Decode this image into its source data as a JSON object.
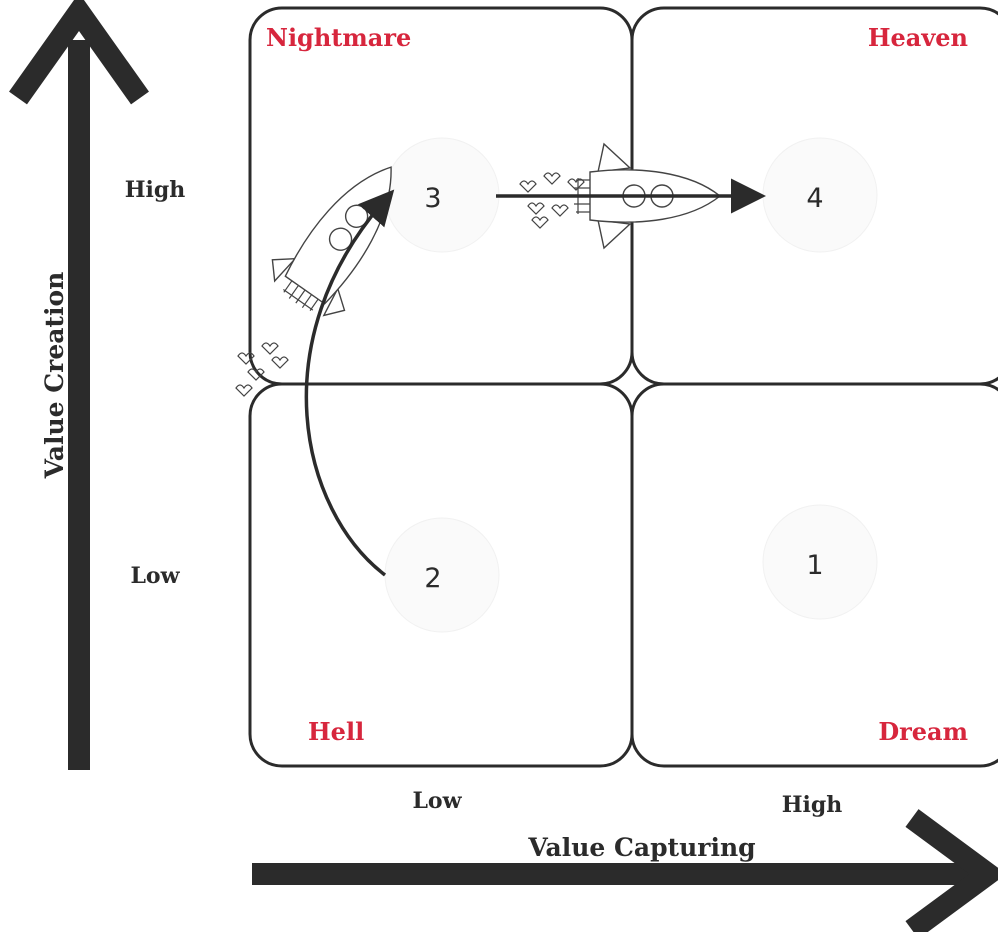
{
  "axes": {
    "y_title": "Value Creation",
    "x_title": "Value Capturing",
    "y_high": "High",
    "y_low": "Low",
    "x_low": "Low",
    "x_high": "High"
  },
  "quadrants": {
    "top_left": "Nightmare",
    "top_right": "Heaven",
    "bottom_left": "Hell",
    "bottom_right": "Dream"
  },
  "markers": {
    "one": "1",
    "two": "2",
    "three": "3",
    "four": "4"
  },
  "colors": {
    "accent": "#d7263d",
    "ink": "#2b2b2b"
  }
}
